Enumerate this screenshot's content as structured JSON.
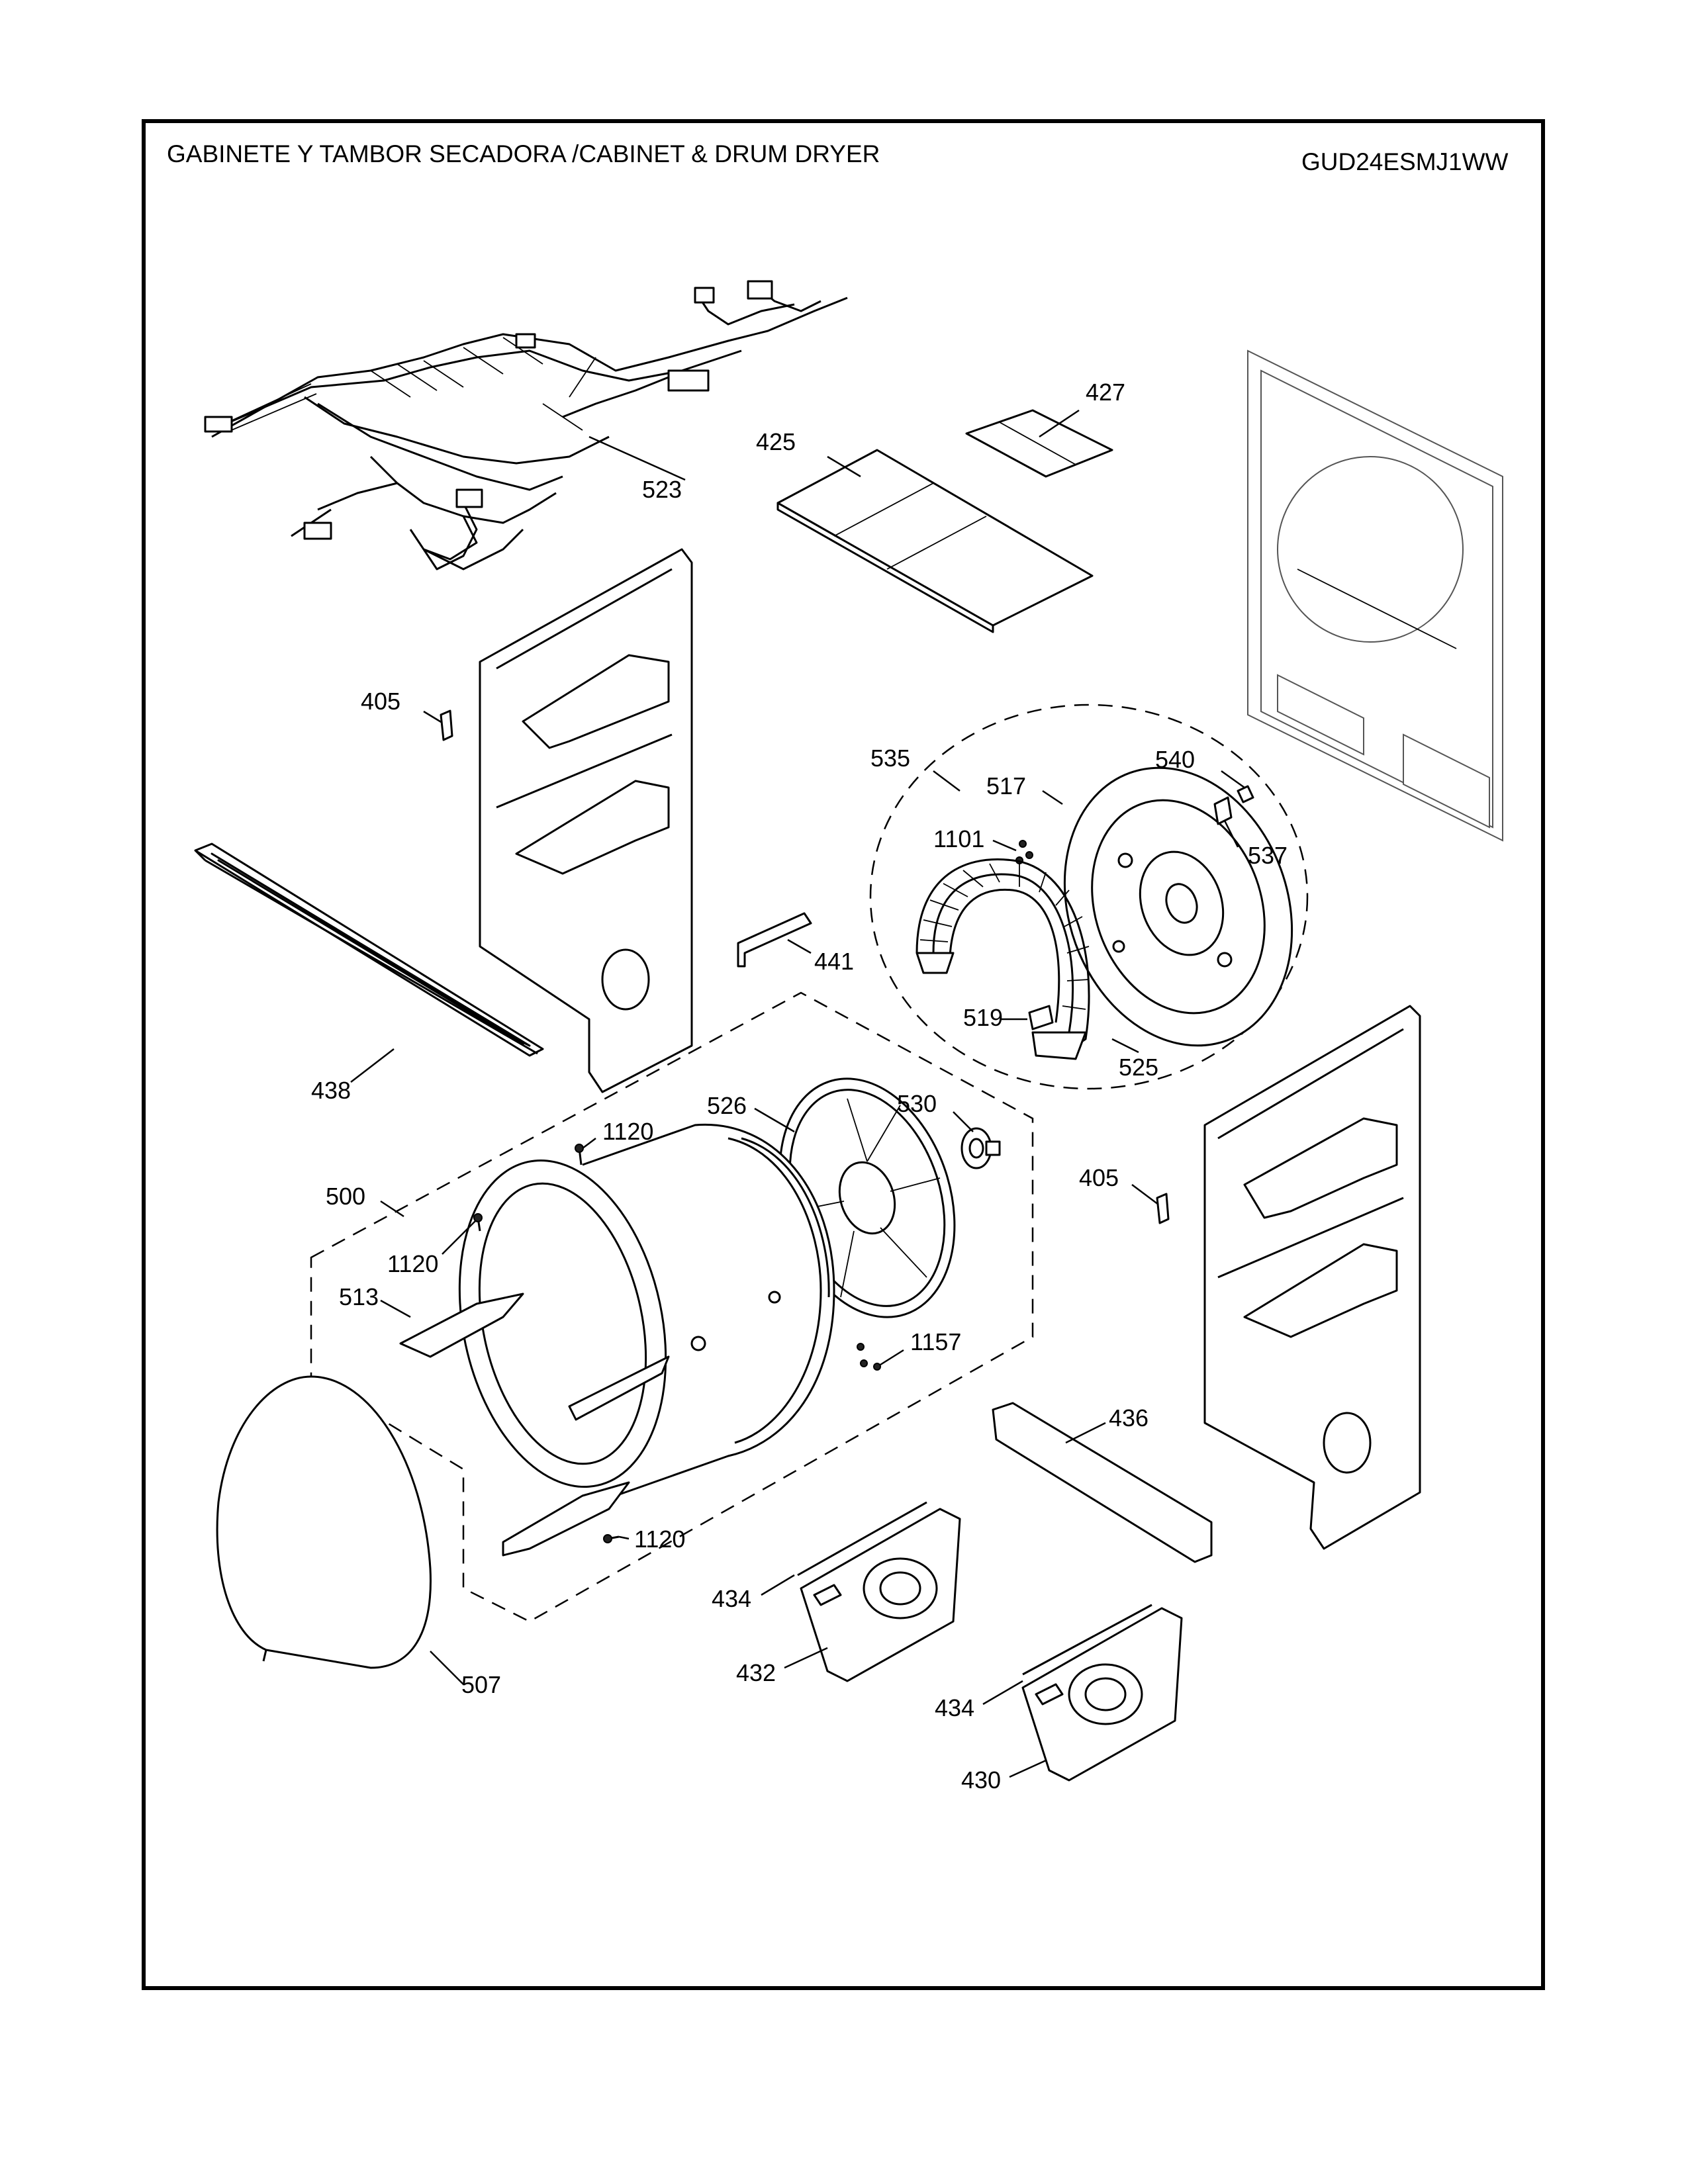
{
  "header": {
    "title": "GABINETE Y TAMBOR SECADORA /CABINET & DRUM  DRYER",
    "model": "GUD24ESMJ1WW"
  },
  "callouts": {
    "c523": "523",
    "c427": "427",
    "c425": "425",
    "c405a": "405",
    "c535": "535",
    "c540": "540",
    "c517": "517",
    "c537": "537",
    "c1101": "1101",
    "c441": "441",
    "c519": "519",
    "c525": "525",
    "c438": "438",
    "c526": "526",
    "c530": "530",
    "c1120a": "1120",
    "c500": "500",
    "c405b": "405",
    "c1120b": "1120",
    "c513": "513",
    "c1157": "1157",
    "c436": "436",
    "c1120c": "1120",
    "c434a": "434",
    "c432": "432",
    "c507": "507",
    "c434b": "434",
    "c430": "430"
  }
}
